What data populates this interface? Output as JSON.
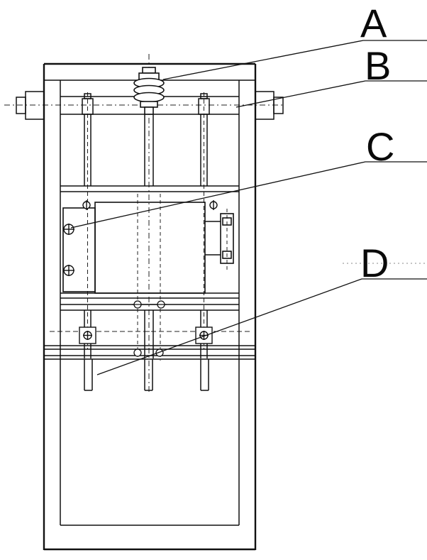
{
  "diagram": {
    "kind": "technical-drawing-front-view",
    "callouts": [
      "A",
      "B",
      "C",
      "D"
    ]
  }
}
